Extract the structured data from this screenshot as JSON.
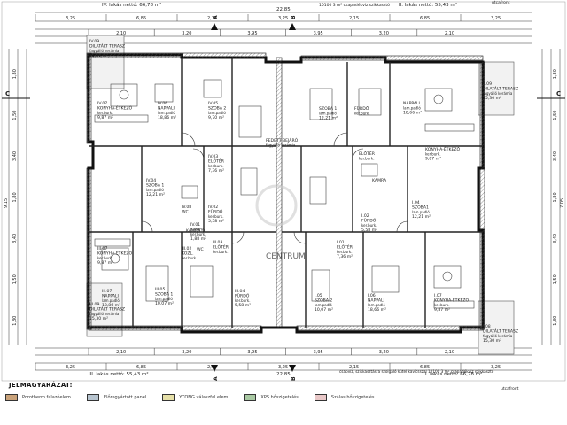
{
  "header": {
    "top_left_note": "IV. lakás nettó: 66,78 m²",
    "top_center_note": "10100 3 m² csapadékvíz szikkasztó",
    "top_right_note": "II. lakás nettó: 55,43 m²",
    "top_right_tag": "utcafront"
  },
  "footer": {
    "bottom_left_note": "III. lakás nettó: 55,43 m²",
    "bottom_center_note": "csapvíz, szikkasztásra szolgáló kútel kavicsszal 10100 3 m² csapadékvíz szikkasztó",
    "bottom_right_note": "I. lakás nettó: 66,78 m²",
    "bottom_right_tag": "utcafront"
  },
  "section_markers": {
    "a": "A",
    "b": "B",
    "c": "C"
  },
  "dims": {
    "top_total": "22,85",
    "top_row1": [
      "3,25",
      "6,85",
      "2,15",
      "3,25",
      "2,15",
      "6,85",
      "3,25"
    ],
    "top_row2": [
      "2,10",
      "3,20",
      "3,95",
      "3,95",
      "3,20",
      "2,10"
    ],
    "bottom_total": "22,85",
    "bottom_row1": [
      "2,10",
      "3,20",
      "3,95",
      "3,95",
      "3,20",
      "2,10"
    ],
    "bottom_row2": [
      "3,25",
      "6,85",
      "2,15",
      "3,25",
      "2,15",
      "6,85",
      "3,25"
    ],
    "left_side": [
      "1,80",
      "1,50",
      "3,40",
      "1,80",
      "3,40",
      "1,50",
      "1,80"
    ],
    "left_total": "9,15",
    "right_total": "7,05",
    "right_side": [
      "1,80",
      "1,50",
      "3,40",
      "1,80",
      "3,40",
      "1,50",
      "1,80"
    ]
  },
  "rooms": [
    {
      "code": "IV.09",
      "name": "DILATÁLT TERASZ",
      "area": "15,30 m²",
      "floor": "fagyálló kerámia"
    },
    {
      "code": "IV.07",
      "name": "KONYHA-ÉTKEZŐ",
      "area": "9,87 m²",
      "floor": "ker.burk."
    },
    {
      "code": "IV.06",
      "name": "NAPPALI",
      "area": "18,86 m²",
      "floor": "lam.padló"
    },
    {
      "code": "IV.05",
      "name": "SZOBA 2",
      "area": "9,70 m²",
      "floor": "lam.padló"
    },
    {
      "code": "IV.04",
      "name": "SZOBA 1",
      "area": "12,21 m²",
      "floor": "lam.padló"
    },
    {
      "code": "IV.03",
      "name": "ELŐTÉR",
      "area": "7,36 m²",
      "floor": "ker.burk."
    },
    {
      "code": "IV.02",
      "name": "FÜRDŐ",
      "area": "5,58 m²",
      "floor": "ker.burk."
    },
    {
      "code": "IV.01",
      "name": "KAMRA",
      "area": "1,88 m²",
      "floor": "ker.burk."
    },
    {
      "code": "IV.08",
      "name": "WC",
      "area": "",
      "floor": ""
    },
    {
      "code": "",
      "name": "FEDETT BEJÁRÓ",
      "area": "",
      "floor": "fagyálló kerámia"
    },
    {
      "code": "",
      "name": "SZOBA 1",
      "area": "12,21 m²",
      "floor": "lam.padló"
    },
    {
      "code": "",
      "name": "FÜRDŐ",
      "area": "",
      "floor": "ker.burk."
    },
    {
      "code": "",
      "name": "ELŐTÉR",
      "area": "",
      "floor": "ker.burk."
    },
    {
      "code": "",
      "name": "NAPPALI",
      "area": "18,66 m²",
      "floor": "lam.padló"
    },
    {
      "code": "",
      "name": "KONYHA-ÉTKEZŐ",
      "area": "9,87 m²",
      "floor": "ker.burk."
    },
    {
      "code": "II.09",
      "name": "DILATÁLT TERASZ",
      "area": "15,30 m²",
      "floor": "fagyálló kerámia"
    },
    {
      "code": "",
      "name": "KAMRA",
      "area": "",
      "floor": ""
    },
    {
      "code": "I.04",
      "name": "SZOBA1",
      "area": "12,21 m²",
      "floor": "lam.padló"
    },
    {
      "code": "I.02",
      "name": "FÜRDŐ",
      "area": "5,58 m²",
      "floor": "ker.burk."
    },
    {
      "code": "I.01",
      "name": "ELŐTÉR",
      "area": "7,36 m²",
      "floor": "ker.burk."
    },
    {
      "code": "I.05",
      "name": "SZOBA 2",
      "area": "10,07 m²",
      "floor": "lam.padló"
    },
    {
      "code": "I.06",
      "name": "NAPPALI",
      "area": "18,66 m²",
      "floor": "lam.padló"
    },
    {
      "code": "I.07",
      "name": "KONYHA-ÉTKEZŐ",
      "area": "9,87 m²",
      "floor": "ker.burk."
    },
    {
      "code": "I.08",
      "name": "DILATÁLT TERASZ",
      "area": "15,30 m²",
      "floor": "fagyálló kerámia"
    },
    {
      "code": "III.07",
      "name": "KONYHA-ÉTKEZŐ",
      "area": "9,87 m²",
      "floor": "ker.burk."
    },
    {
      "code": "III.07",
      "name": "NAPPALI",
      "area": "18,86 m²",
      "floor": "lam.padló"
    },
    {
      "code": "III.05",
      "name": "SZOBA 1",
      "area": "10,07 m²",
      "floor": "lam.padló"
    },
    {
      "code": "III.02",
      "name": "KÖZL.",
      "area": "",
      "floor": "ker.burk."
    },
    {
      "code": "III.03",
      "name": "ELŐTÉR",
      "area": "",
      "floor": "ker.burk."
    },
    {
      "code": "III.04",
      "name": "FÜRDŐ",
      "area": "5,58 m²",
      "floor": "ker.burk."
    },
    {
      "code": "III.09",
      "name": "DILATÁLT TERASZ",
      "area": "15,30 m²",
      "floor": "fagyálló kerámia"
    },
    {
      "code": "",
      "name": "KAMRA",
      "area": "",
      "floor": ""
    },
    {
      "code": "",
      "name": "WC",
      "area": "",
      "floor": ""
    }
  ],
  "legend": {
    "title": "JELMAGYARÁZAT:",
    "items": [
      {
        "label": "Porotherm falazóelem",
        "color": "#c9a27a"
      },
      {
        "label": "Előregyártott panel",
        "color": "#b7c4cf"
      },
      {
        "label": "YTONG válaszfal elem",
        "color": "#e6e0a8"
      },
      {
        "label": "XPS hőszigetelés",
        "color": "#a9c9a3"
      },
      {
        "label": "Szálas hőszigetelés",
        "color": "#e9c8c8"
      }
    ]
  },
  "watermark": "CENTRUM"
}
